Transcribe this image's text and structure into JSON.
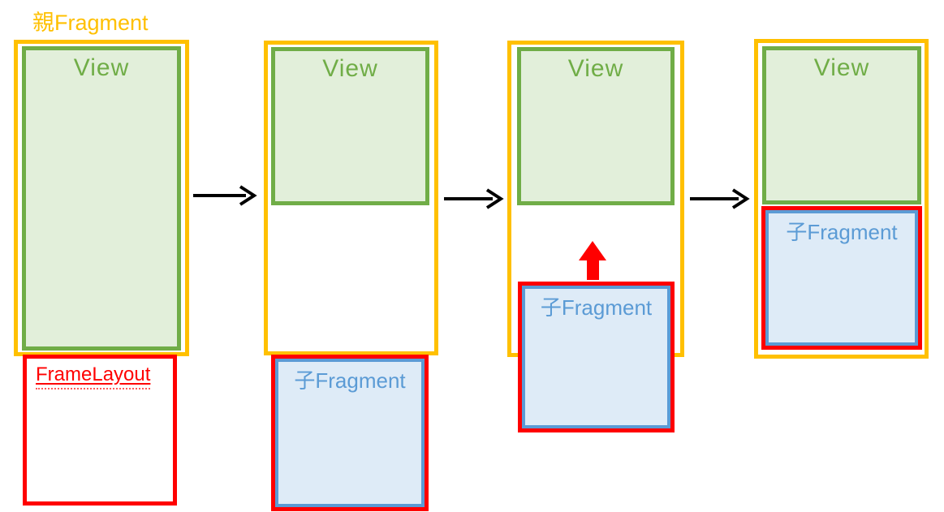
{
  "diagram": {
    "title": "親Fragment",
    "colors": {
      "parent_fragment_border": "#FFC000",
      "view_border": "#70AD47",
      "view_fill": "#E2EFDA",
      "child_fragment_border": "#5B9BD5",
      "child_fragment_fill": "#DEEBF7",
      "framelayout_border": "#FF0000",
      "flow_arrow": "#000000",
      "move_up_arrow": "#FF0000"
    },
    "stages": [
      {
        "view_label": "View",
        "framelayout_label": "FrameLayout"
      },
      {
        "view_label": "View",
        "child_label": "子Fragment"
      },
      {
        "view_label": "View",
        "child_label": "子Fragment"
      },
      {
        "view_label": "View",
        "child_label": "子Fragment"
      }
    ]
  }
}
